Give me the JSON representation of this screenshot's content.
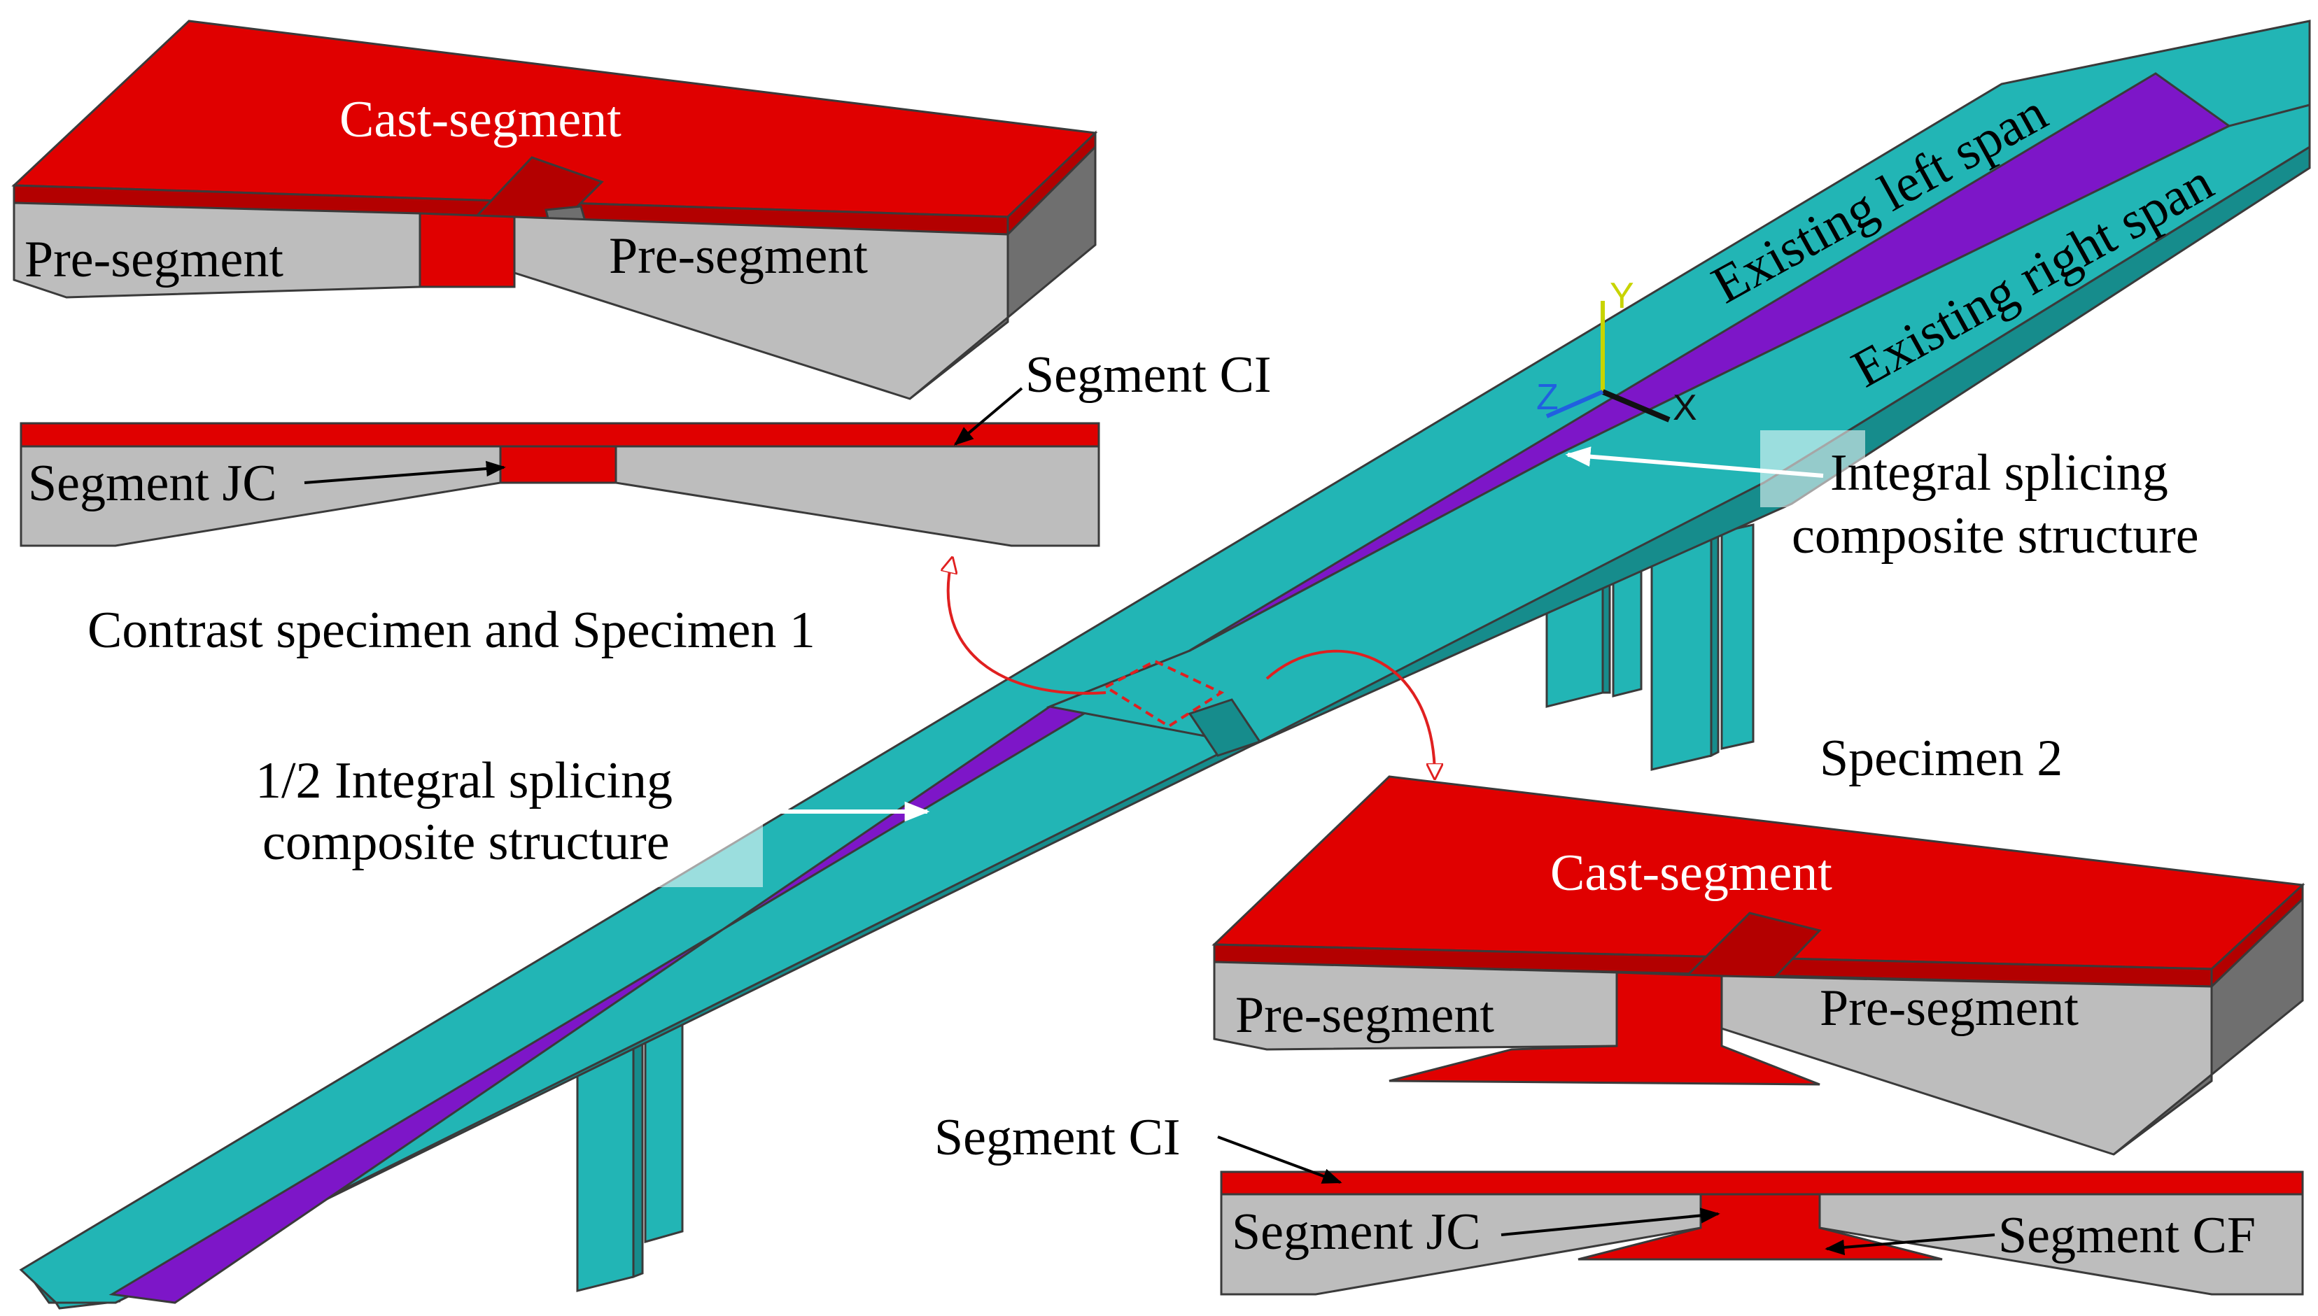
{
  "colors": {
    "cast": "#e00000",
    "pre": "#bdbdbd",
    "pre_dark": "#6f6f6f",
    "cast_dark": "#b30000",
    "bridge": "#22b5b5",
    "bridge_dark": "#168c8c",
    "composite": "#7d16c8",
    "composite_dark": "#5a0c96",
    "callout": "#e02020",
    "axis_y": "#c8d400",
    "axis_z": "#2060e0",
    "axis_x": "#111111"
  },
  "specimen1": {
    "iso_cast_label": "Cast-segment",
    "iso_pre_left": "Pre-segment",
    "iso_pre_right": "Pre-segment",
    "segment_ci": "Segment CI",
    "segment_jc": "Segment JC",
    "caption": "Contrast specimen and Specimen 1"
  },
  "specimen2": {
    "caption": "Specimen 2",
    "iso_cast_label": "Cast-segment",
    "iso_pre_left": "Pre-segment",
    "iso_pre_right": "Pre-segment",
    "segment_ci": "Segment CI",
    "segment_jc": "Segment JC",
    "segment_cf": "Segment CF"
  },
  "bridge": {
    "left_span": "Existing left span",
    "right_span": "Existing right span",
    "integral_line1": "Integral splicing",
    "integral_line2": "composite structure",
    "half_line1": "1/2 Integral splicing",
    "half_line2": "composite structure",
    "axis_x": "X",
    "axis_y": "Y",
    "axis_z": "Z"
  }
}
